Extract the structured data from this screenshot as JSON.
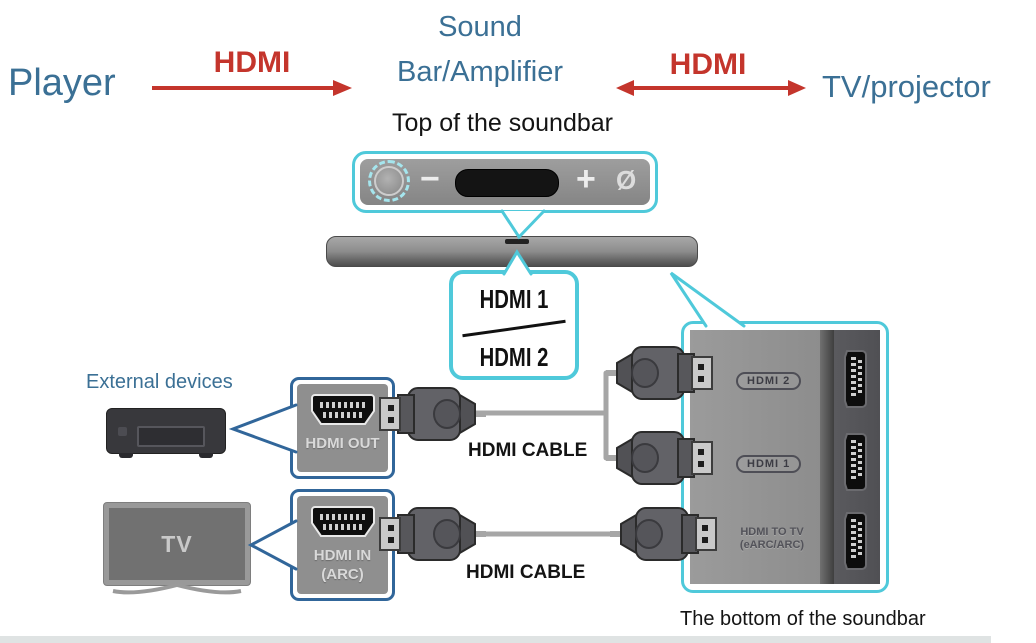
{
  "colors": {
    "blue": "#3b7095",
    "red": "#c4352c",
    "cyan": "#4fc9da",
    "navy": "#31669a",
    "panel_gray": "#8f8f8f",
    "cable_gray": "#a6a6a6",
    "text_black": "#141414"
  },
  "header": {
    "player": "Player",
    "hdmi_left": "HDMI",
    "soundbar_line1": "Sound",
    "soundbar_line2": "Bar/Amplifier",
    "hdmi_right": "HDMI",
    "tv_projector": "TV/projector"
  },
  "soundbar_top": {
    "caption": "Top of the soundbar",
    "minus_icon": "−",
    "plus_icon": "+",
    "power_icon": "Ø"
  },
  "hdmi_callout": {
    "line1": "HDMI 1",
    "line2": "HDMI 2"
  },
  "devices": {
    "external_devices_label": "External devices",
    "tv_label": "TV"
  },
  "ports_left": {
    "hdmi_out": "HDMI OUT",
    "hdmi_in_line1": "HDMI IN",
    "hdmi_in_line2": "(ARC)"
  },
  "cables": {
    "cable1": "HDMI CABLE",
    "cable2": "HDMI CABLE"
  },
  "soundbar_bottom": {
    "caption": "The bottom of the soundbar",
    "port_hdmi2": "HDMI 2",
    "port_hdmi1": "HDMI 1",
    "port_tv_line1": "HDMI TO TV",
    "port_tv_line2": "(eARC/ARC)"
  }
}
